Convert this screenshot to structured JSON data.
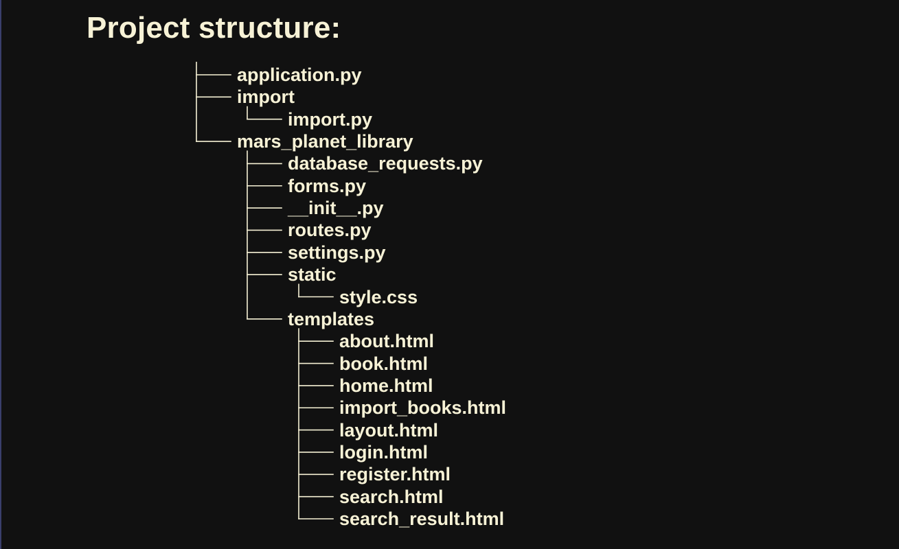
{
  "title": "Project structure:",
  "tree": {
    "nodes": [
      {
        "name": "application.py",
        "depth": 0,
        "type": "file"
      },
      {
        "name": "import",
        "depth": 0,
        "type": "folder"
      },
      {
        "name": "import.py",
        "depth": 1,
        "type": "file"
      },
      {
        "name": "mars_planet_library",
        "depth": 0,
        "type": "folder"
      },
      {
        "name": "database_requests.py",
        "depth": 1,
        "type": "file"
      },
      {
        "name": "forms.py",
        "depth": 1,
        "type": "file"
      },
      {
        "name": "__init__.py",
        "depth": 1,
        "type": "file"
      },
      {
        "name": "routes.py",
        "depth": 1,
        "type": "file"
      },
      {
        "name": "settings.py",
        "depth": 1,
        "type": "file"
      },
      {
        "name": "static",
        "depth": 1,
        "type": "folder"
      },
      {
        "name": "style.css",
        "depth": 2,
        "type": "file"
      },
      {
        "name": "templates",
        "depth": 1,
        "type": "folder"
      },
      {
        "name": "about.html",
        "depth": 2,
        "type": "file"
      },
      {
        "name": "book.html",
        "depth": 2,
        "type": "file"
      },
      {
        "name": "home.html",
        "depth": 2,
        "type": "file"
      },
      {
        "name": "import_books.html",
        "depth": 2,
        "type": "file"
      },
      {
        "name": "layout.html",
        "depth": 2,
        "type": "file"
      },
      {
        "name": "login.html",
        "depth": 2,
        "type": "file"
      },
      {
        "name": "register.html",
        "depth": 2,
        "type": "file"
      },
      {
        "name": "search.html",
        "depth": 2,
        "type": "file"
      },
      {
        "name": "search_result.html",
        "depth": 2,
        "type": "file"
      }
    ]
  }
}
